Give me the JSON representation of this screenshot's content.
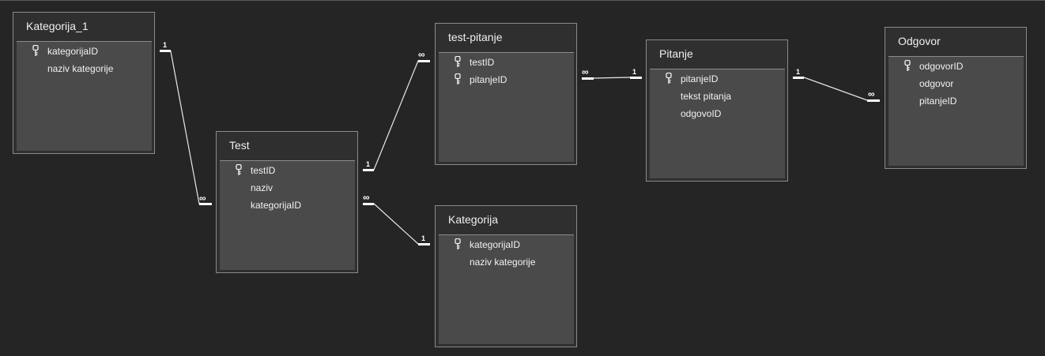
{
  "tables": {
    "kategorija_1": {
      "title": "Kategorija_1",
      "fields": [
        {
          "name": "kategorijaID",
          "key": true
        },
        {
          "name": "naziv kategorije",
          "key": false
        }
      ]
    },
    "test": {
      "title": "Test",
      "fields": [
        {
          "name": "testID",
          "key": true
        },
        {
          "name": "naziv",
          "key": false
        },
        {
          "name": "kategorijaID",
          "key": false
        }
      ]
    },
    "test_pitanje": {
      "title": "test-pitanje",
      "fields": [
        {
          "name": "testID",
          "key": true
        },
        {
          "name": "pitanjeID",
          "key": true
        }
      ]
    },
    "kategorija": {
      "title": "Kategorija",
      "fields": [
        {
          "name": "kategorijaID",
          "key": true
        },
        {
          "name": "naziv kategorije",
          "key": false
        }
      ]
    },
    "pitanje": {
      "title": "Pitanje",
      "fields": [
        {
          "name": "pitanjeID",
          "key": true
        },
        {
          "name": "tekst pitanja",
          "key": false
        },
        {
          "name": "odgovoID",
          "key": false
        }
      ]
    },
    "odgovor": {
      "title": "Odgovor",
      "fields": [
        {
          "name": "odgovorID",
          "key": true
        },
        {
          "name": "odgovor",
          "key": false
        },
        {
          "name": "pitanjeID",
          "key": false
        }
      ]
    }
  },
  "relationships": [
    {
      "from": "kategorija_1",
      "to": "test",
      "from_card": "1",
      "to_card": "∞"
    },
    {
      "from": "test",
      "to": "test_pitanje",
      "from_card": "1",
      "to_card": "∞"
    },
    {
      "from": "test",
      "to": "kategorija",
      "from_card": "∞",
      "to_card": "1"
    },
    {
      "from": "test_pitanje",
      "to": "pitanje",
      "from_card": "∞",
      "to_card": "1"
    },
    {
      "from": "pitanje",
      "to": "odgovor",
      "from_card": "1",
      "to_card": "∞"
    }
  ]
}
